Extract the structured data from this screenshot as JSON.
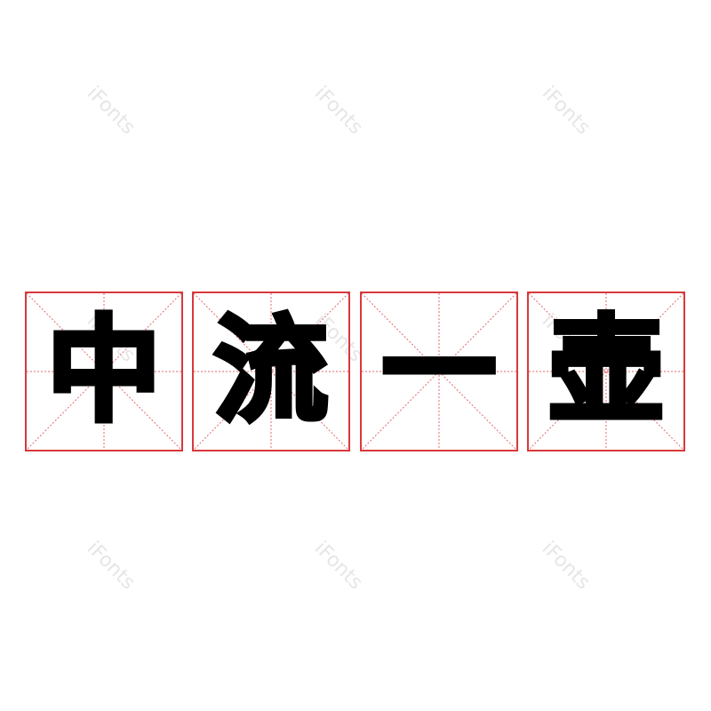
{
  "watermark": "iFonts",
  "colors": {
    "grid_border": "#d9383b",
    "grid_guides": "#e26a6c",
    "glyph": "#000000",
    "watermark": "#e6e6e6"
  },
  "characters": [
    {
      "char": "中"
    },
    {
      "char": "流"
    },
    {
      "char": "一"
    },
    {
      "char": "壶"
    }
  ]
}
